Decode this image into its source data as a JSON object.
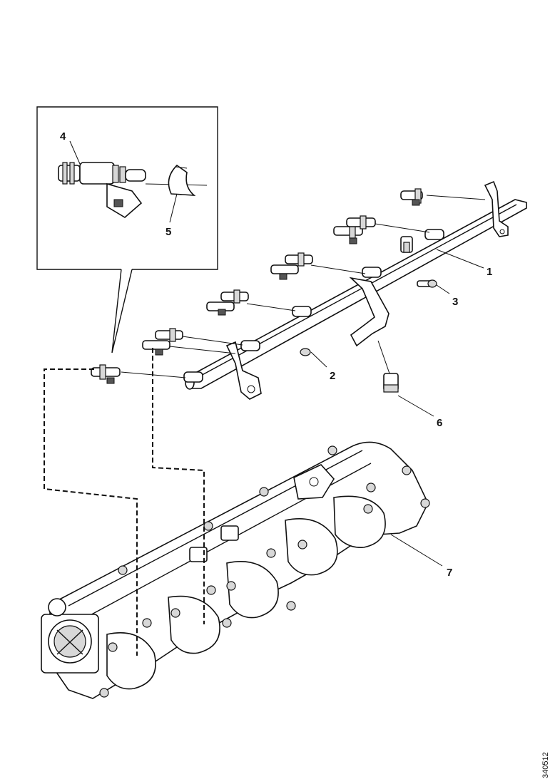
{
  "diagram": {
    "callouts": [
      {
        "id": "1",
        "text": "1"
      },
      {
        "id": "2",
        "text": "2"
      },
      {
        "id": "3",
        "text": "3"
      },
      {
        "id": "4",
        "text": "4"
      },
      {
        "id": "5",
        "text": "5"
      },
      {
        "id": "6",
        "text": "6"
      },
      {
        "id": "7",
        "text": "7"
      }
    ],
    "reference": "340512"
  }
}
